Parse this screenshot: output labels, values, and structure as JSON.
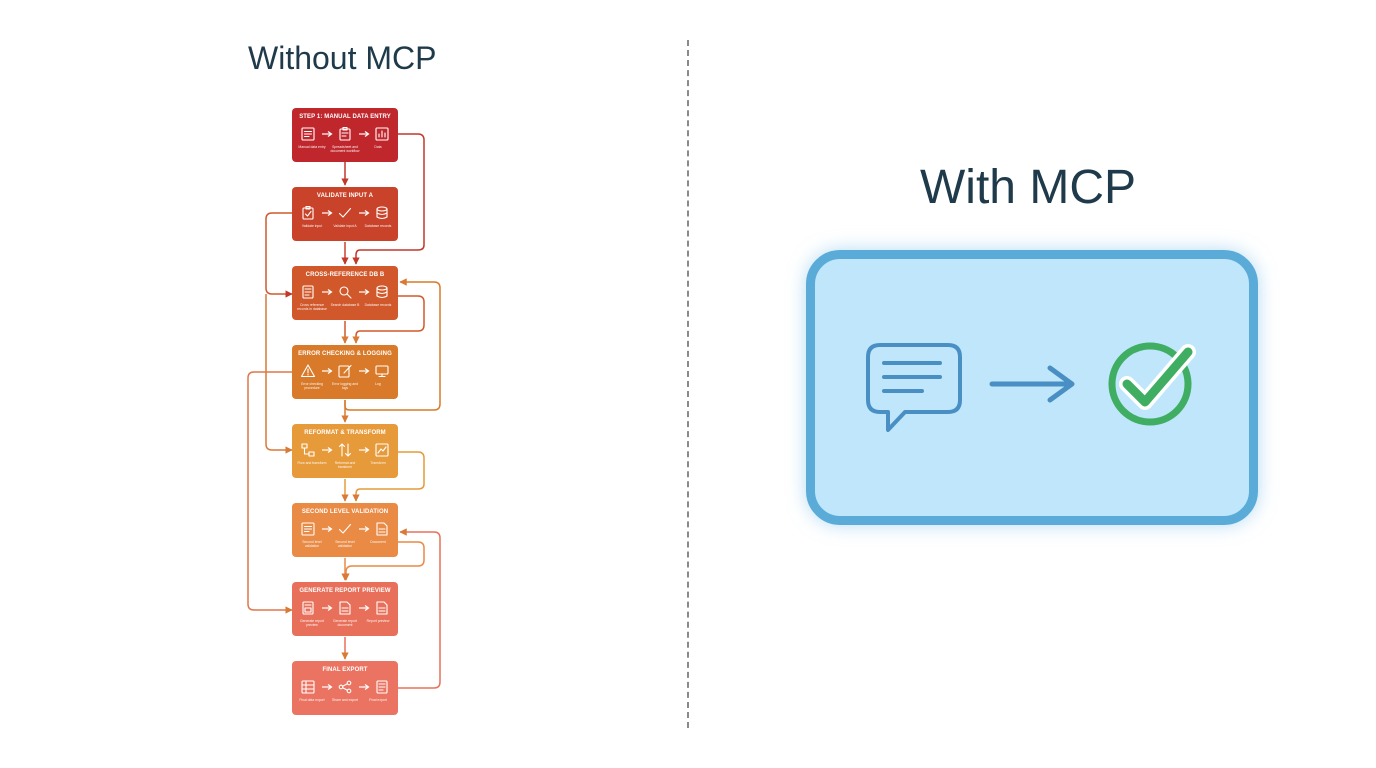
{
  "left": {
    "title": "Without MCP",
    "steps": [
      {
        "label": "STEP 1: MANUAL DATA ENTRY",
        "color": "#c0272d",
        "icons": [
          "form-icon",
          "clipboard-form-icon",
          "bar-chart-icon"
        ],
        "captions": [
          "Manual data entry",
          "Spreadsheet and document workflow",
          "Data"
        ]
      },
      {
        "label": "VALIDATE INPUT A",
        "color": "#c9432a",
        "icons": [
          "clipboard-check-icon",
          "checkmark-icon",
          "database-icon"
        ],
        "captions": [
          "Validate input",
          "Validate input A",
          "Database records"
        ]
      },
      {
        "label": "CROSS-REFERENCE DB B",
        "color": "#d0582a",
        "icons": [
          "document-list-icon",
          "magnifier-icon",
          "database-icon"
        ],
        "captions": [
          "Cross reference records in database",
          "Search database B",
          "Database records"
        ]
      },
      {
        "label": "ERROR CHECKING & LOGGING",
        "color": "#d87a2a",
        "icons": [
          "warning-icon",
          "edit-icon",
          "monitor-icon"
        ],
        "captions": [
          "Error checking procedure",
          "Error logging and logs",
          "Log"
        ]
      },
      {
        "label": "REFORMAT & TRANSFORM",
        "color": "#e69a3a",
        "icons": [
          "flow-icon",
          "up-down-arrows-icon",
          "chart-document-icon"
        ],
        "captions": [
          "Flow and transform",
          "Reformat and transform",
          "Transform"
        ]
      },
      {
        "label": "SECOND LEVEL VALIDATION",
        "color": "#e98a45",
        "icons": [
          "form-icon",
          "checkmark-icon",
          "document-icon"
        ],
        "captions": [
          "Second level validation",
          "Second level validation",
          "Document"
        ]
      },
      {
        "label": "GENERATE REPORT PREVIEW",
        "color": "#e8705a",
        "icons": [
          "report-icon",
          "document-icon",
          "document-icon"
        ],
        "captions": [
          "Generate report preview",
          "Generate report document",
          "Report preview"
        ]
      },
      {
        "label": "FINAL EXPORT",
        "color": "#ea7461",
        "icons": [
          "table-icon",
          "share-icon",
          "document-list-icon"
        ],
        "captions": [
          "Final data export",
          "Share and export",
          "Final export"
        ]
      }
    ]
  },
  "right": {
    "title": "With MCP",
    "icons": [
      "chat-bubble-icon",
      "arrow-right-icon",
      "success-check-icon"
    ]
  },
  "colors": {
    "connector_red": "#c0392b",
    "connector_orange": "#d97a36",
    "panel_border": "#5aabd8",
    "panel_fill": "#bfe6fb",
    "chat_icon": "#4a8fc4",
    "check_ring": "#3fae62"
  }
}
